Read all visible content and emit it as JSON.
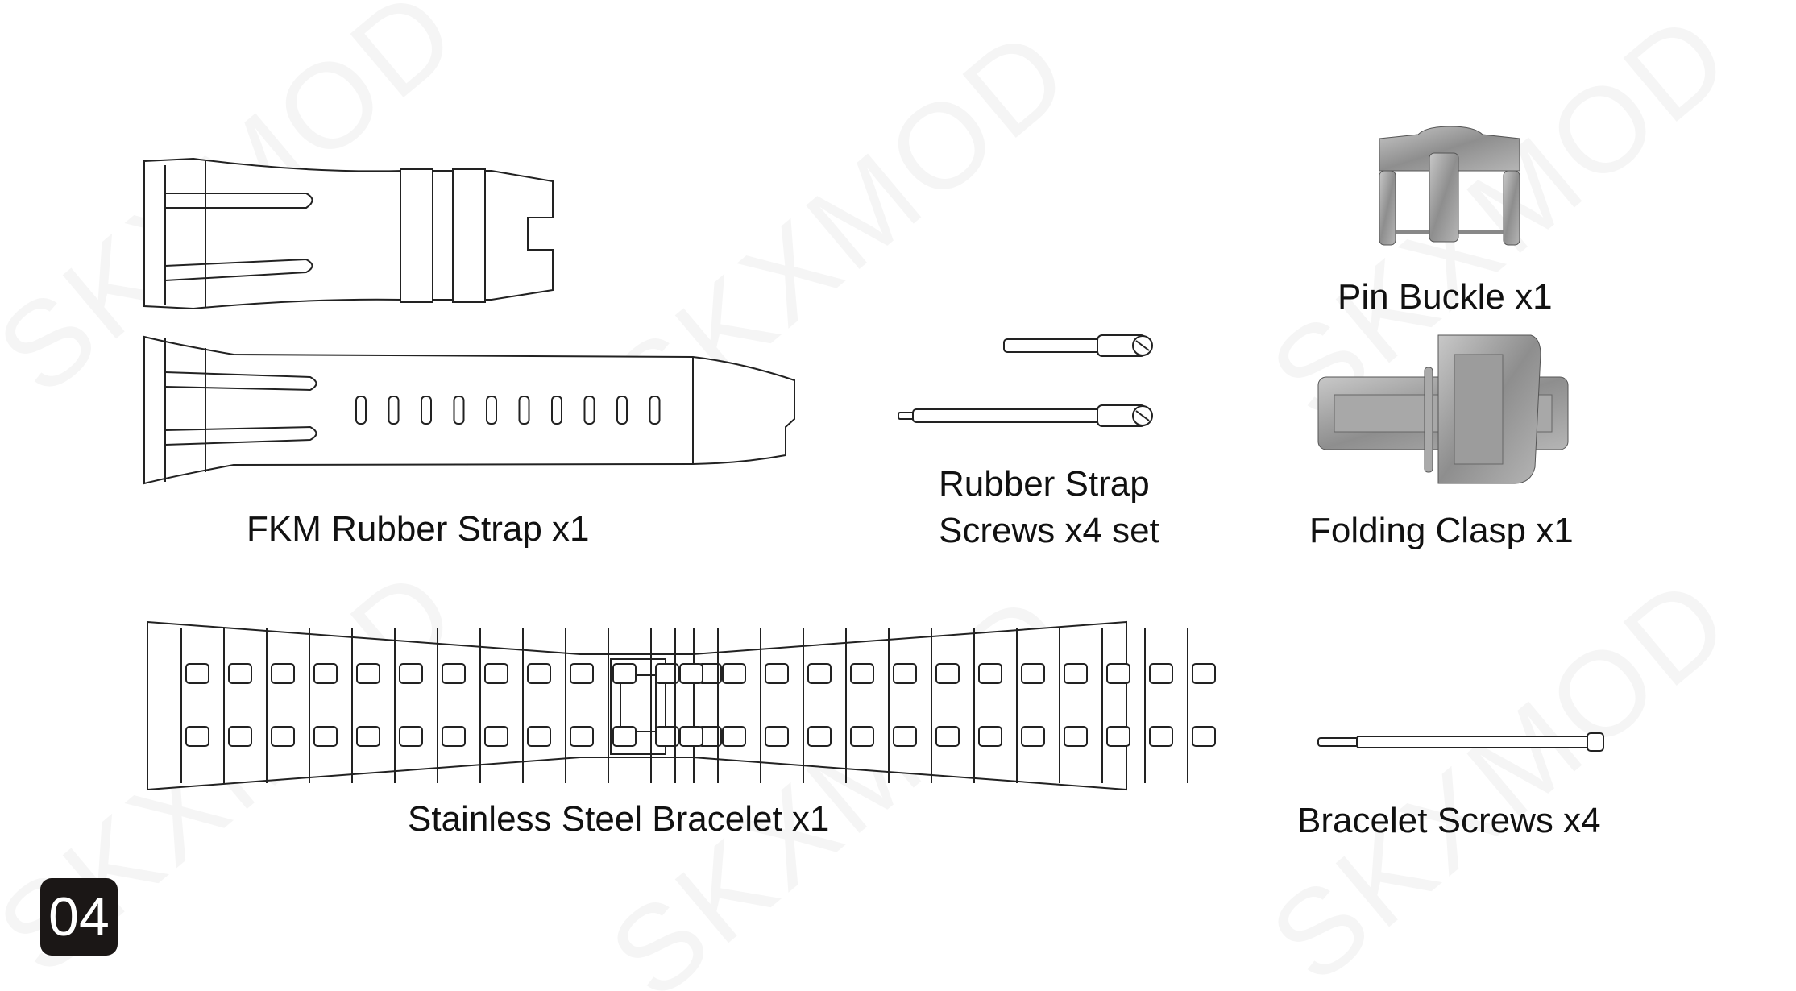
{
  "watermark": "SKXMOD",
  "page_number": "04",
  "items": {
    "rubber_strap": "FKM Rubber Strap x1",
    "strap_screws_line1": "Rubber Strap",
    "strap_screws_line2": "Screws x4 set",
    "pin_buckle": "Pin Buckle x1",
    "folding_clasp": "Folding Clasp x1",
    "bracelet": "Stainless Steel Bracelet x1",
    "bracelet_screws": "Bracelet Screws x4"
  },
  "colors": {
    "badge": "#1b1716",
    "metal": "#9a9a9a"
  }
}
